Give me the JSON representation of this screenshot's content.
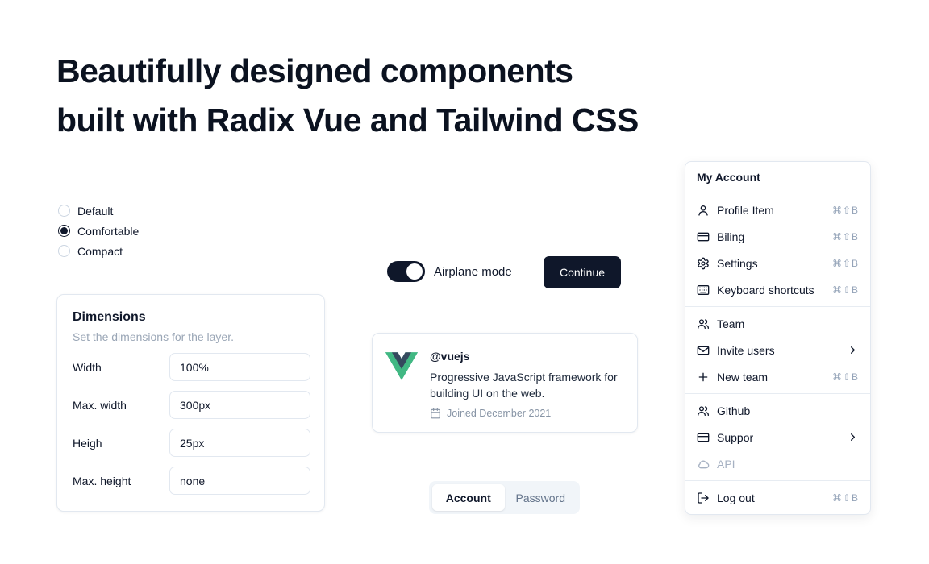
{
  "header": {
    "title_line1": "Beautifully designed components",
    "title_line2": "built with Radix Vue and Tailwind CSS"
  },
  "radio_group": {
    "options": [
      {
        "label": "Default"
      },
      {
        "label": "Comfortable"
      },
      {
        "label": "Compact"
      }
    ],
    "selected": "Comfortable"
  },
  "airplane_switch": {
    "label": "Airplane mode",
    "state": "on"
  },
  "actions": {
    "continue_label": "Continue"
  },
  "dimensions_card": {
    "title": "Dimensions",
    "subtitle": "Set the dimensions for the layer.",
    "fields": [
      {
        "label": "Width",
        "value": "100%"
      },
      {
        "label": "Max. width",
        "value": "300px"
      },
      {
        "label": "Heigh",
        "value": "25px"
      },
      {
        "label": "Max. height",
        "value": "none"
      }
    ]
  },
  "hover_card": {
    "username": "@vuejs",
    "description": "Progressive JavaScript framework for building UI on the web.",
    "joined_text": "Joined December 2021"
  },
  "tabs": {
    "items": [
      {
        "label": "Account",
        "active": true
      },
      {
        "label": "Password",
        "active": false
      }
    ]
  },
  "menu": {
    "header": "My Account",
    "items": [
      {
        "label": "Profile Item",
        "icon": "user-icon",
        "shortcut": "⌘⇧B"
      },
      {
        "label": "Biling",
        "icon": "credit-card-icon",
        "shortcut": "⌘⇧B"
      },
      {
        "label": "Settings",
        "icon": "gear-icon",
        "shortcut": "⌘⇧B"
      },
      {
        "label": "Keyboard shortcuts",
        "icon": "keyboard-icon",
        "shortcut": "⌘⇧B"
      },
      {
        "label": "Team",
        "icon": "users-icon"
      },
      {
        "label": "Invite users",
        "icon": "envelope-icon",
        "submenu": true
      },
      {
        "label": "New team",
        "icon": "plus-icon",
        "shortcut": "⌘⇧B"
      },
      {
        "label": "Github",
        "icon": "github-icon"
      },
      {
        "label": "Suppor",
        "icon": "support-icon",
        "submenu": true
      },
      {
        "label": "API",
        "icon": "cloud-icon",
        "disabled": true
      },
      {
        "label": "Log out",
        "icon": "logout-icon",
        "shortcut": "⌘⇧B"
      }
    ]
  },
  "colors": {
    "accent_dark": "#0f172a",
    "muted_text": "#94a3b8",
    "border": "#e2e8f0",
    "tabs_background": "#f1f5f9",
    "vue_green": "#41B883",
    "vue_navy": "#35495E"
  }
}
